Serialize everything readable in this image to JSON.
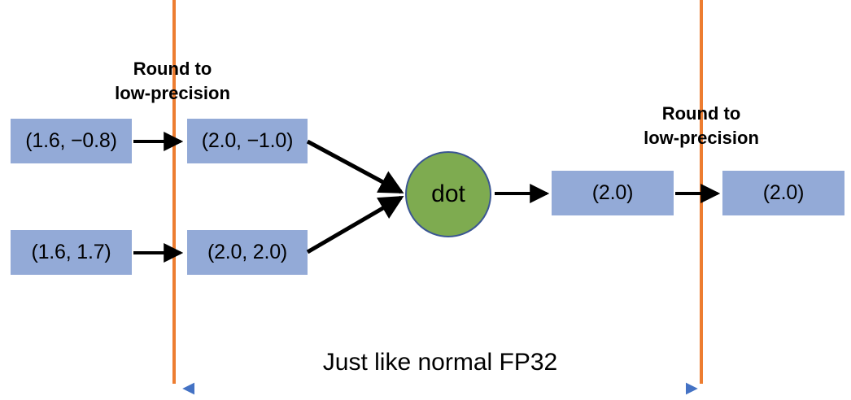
{
  "diagram": {
    "title_left": "Round to\nlow-precision",
    "title_right": "Round to\nlow-precision",
    "footer_label": "Just like normal FP32",
    "colors": {
      "box_fill": "#93AAD7",
      "boundary_line": "#ED7D31",
      "node_fill": "#7EAB50",
      "node_stroke": "#3B5693",
      "arrow": "#000000",
      "span_arrow": "#4472C4"
    },
    "nodes": {
      "input_a": "(1.6, −0.8)",
      "input_b": "(1.6, 1.7)",
      "rounded_a": "(2.0, −1.0)",
      "rounded_b": "(2.0, 2.0)",
      "operation": "dot",
      "output_highprec": "(2.0)",
      "output_rounded": "(2.0)"
    }
  }
}
